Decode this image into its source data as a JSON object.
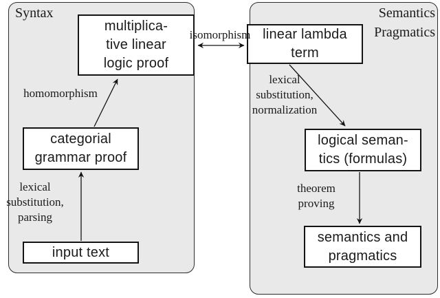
{
  "colors": {
    "panel_fill": "#e9e9e9",
    "panel_border": "#2b2b2b",
    "box_fill": "#ffffff",
    "box_border": "#131313",
    "arrow_color": "#131313",
    "text_color": "#1a1a1a"
  },
  "panels": {
    "syntax": {
      "title": "Syntax"
    },
    "semantics": {
      "title_line1": "Semantics",
      "title_line2": "Pragmatics"
    }
  },
  "boxes": {
    "multiplicative_linear_logic_proof": {
      "lines": [
        "multiplica-",
        "tive linear",
        "logic proof"
      ]
    },
    "categorial_grammar_proof": {
      "lines": [
        "categorial",
        "grammar proof"
      ]
    },
    "input_text": {
      "lines": [
        "input text"
      ]
    },
    "linear_lambda_term": {
      "lines": [
        "linear lambda",
        "term"
      ]
    },
    "logical_semantics_formulas": {
      "lines": [
        "logical seman-",
        "tics (formulas)"
      ]
    },
    "semantics_and_pragmatics": {
      "lines": [
        "semantics and",
        "pragmatics"
      ]
    }
  },
  "edge_labels": {
    "isomorphism": {
      "lines": [
        "isomorphism"
      ]
    },
    "homomorphism": {
      "lines": [
        "homomorphism"
      ]
    },
    "lexical_substitution_parsing": {
      "lines": [
        "lexical",
        "substitution,",
        "parsing"
      ]
    },
    "lexical_substitution_normalization": {
      "lines": [
        "lexical",
        "substitution,",
        "normalization"
      ]
    },
    "theorem_proving": {
      "lines": [
        "theorem",
        "proving"
      ]
    }
  }
}
